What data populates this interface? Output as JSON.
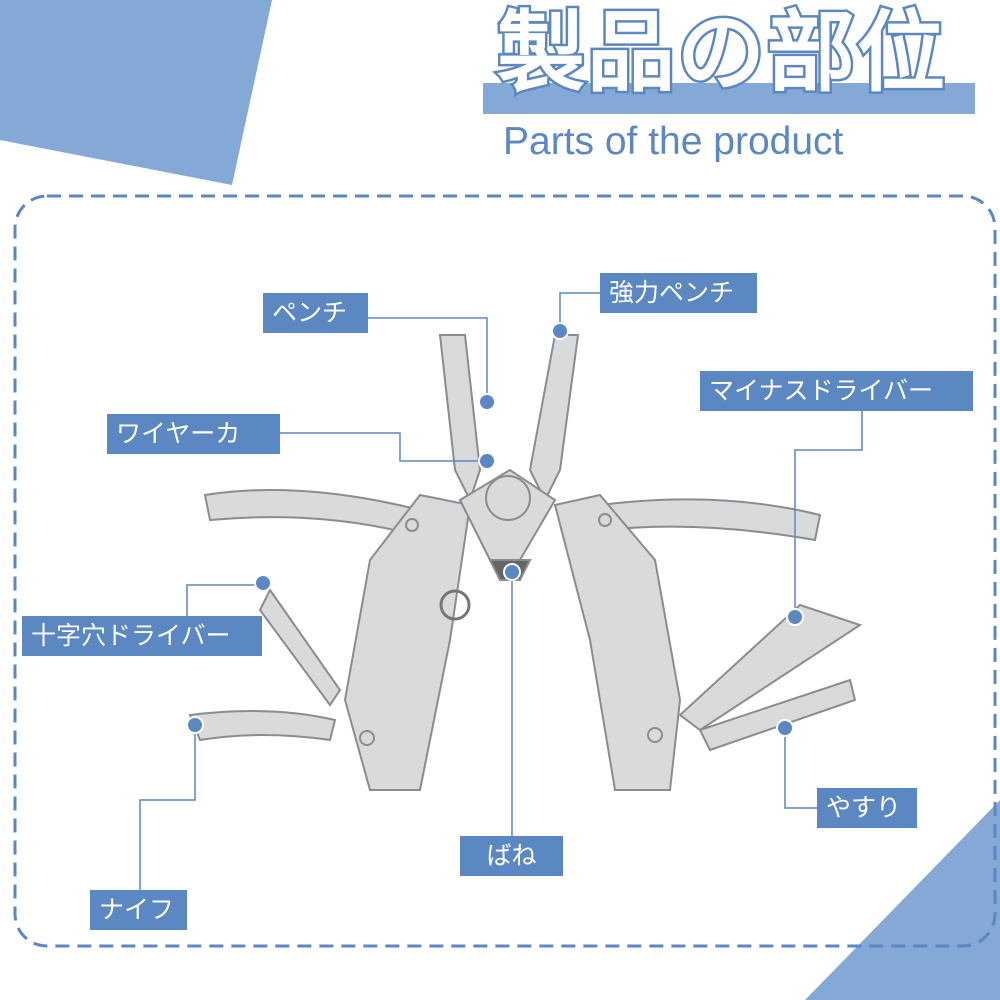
{
  "title": "製品の部位",
  "subtitle": "Parts of the product",
  "colors": {
    "accent": "#5b87c2",
    "light_accent": "#84a9d6"
  },
  "labels": {
    "pliers": "ペンチ",
    "strong_pliers": "強力ペンチ",
    "flat_screwdriver": "マイナスドライバー",
    "wire_cutter": "ワイヤーカ",
    "phillips_screwdriver": "十字穴ドライバー",
    "knife": "ナイフ",
    "spring": "ばね",
    "file": "やすり"
  }
}
